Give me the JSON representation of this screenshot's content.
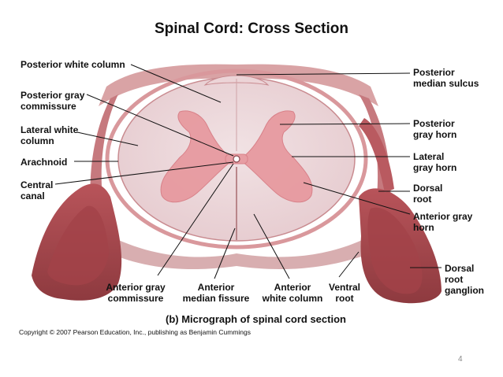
{
  "title": "Spinal Cord: Cross Section",
  "labels": {
    "posterior_white_column": "Posterior white column",
    "posterior_gray_commissure": "Posterior gray\ncommissure",
    "lateral_white_column": "Lateral white\ncolumn",
    "arachnoid": "Arachnoid",
    "central_canal": "Central\ncanal",
    "posterior_median_sulcus": "Posterior\nmedian sulcus",
    "posterior_gray_horn": "Posterior\ngray horn",
    "lateral_gray_horn": "Lateral\ngray horn",
    "dorsal_root": "Dorsal\nroot",
    "anterior_gray_horn": "Anterior gray\nhorn",
    "dorsal_root_ganglion": "Dorsal\nroot\nganglion",
    "anterior_gray_commissure": "Anterior gray\ncommissure",
    "anterior_median_fissure": "Anterior\nmedian fissure",
    "anterior_white_column": "Anterior\nwhite column",
    "ventral_root": "Ventral\nroot"
  },
  "caption": "(b) Micrograph of spinal cord section",
  "copyright": "Copyright © 2007 Pearson Education, Inc., publishing as Benjamin Cummings",
  "page_number": "4"
}
